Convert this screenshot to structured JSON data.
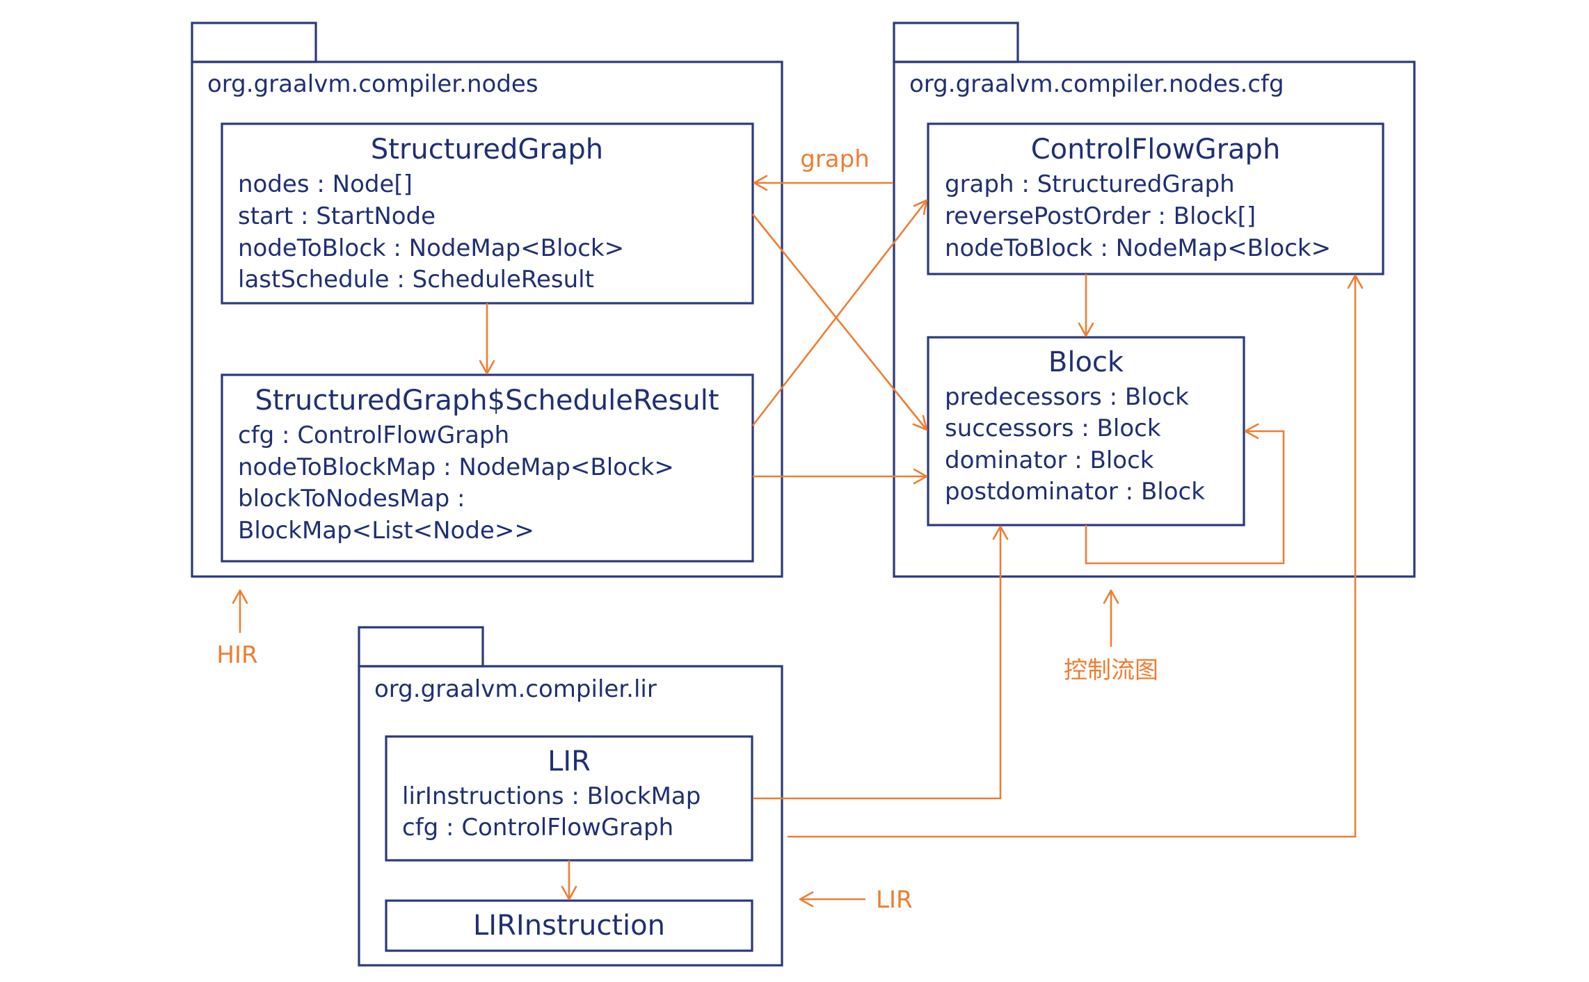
{
  "colors": {
    "outline": "#2b3a7a",
    "text": "#1f2f73",
    "accent": "#ee7d32"
  },
  "packages": {
    "nodes": {
      "name": "org.graalvm.compiler.nodes"
    },
    "cfg": {
      "name": "org.graalvm.compiler.nodes.cfg"
    },
    "lir": {
      "name": "org.graalvm.compiler.lir"
    }
  },
  "classes": {
    "structured_graph": {
      "name": "StructuredGraph",
      "attributes": [
        "nodes : Node[]",
        "start : StartNode",
        "nodeToBlock : NodeMap<Block>",
        "lastSchedule : ScheduleResult"
      ]
    },
    "schedule_result": {
      "name": "StructuredGraph$ScheduleResult",
      "attributes": [
        "cfg : ControlFlowGraph",
        "nodeToBlockMap : NodeMap<Block>",
        "blockToNodesMap :",
        "BlockMap<List<Node>>"
      ]
    },
    "control_flow_graph": {
      "name": "ControlFlowGraph",
      "attributes": [
        "graph : StructuredGraph",
        "reversePostOrder : Block[]",
        "nodeToBlock : NodeMap<Block>"
      ]
    },
    "block": {
      "name": "Block",
      "attributes": [
        "predecessors : Block",
        "successors : Block",
        "dominator : Block",
        "postdominator : Block"
      ]
    },
    "lir": {
      "name": "LIR",
      "attributes": [
        "lirInstructions : BlockMap",
        "cfg : ControlFlowGraph"
      ]
    },
    "lir_instruction": {
      "name": "LIRInstruction",
      "attributes": []
    }
  },
  "annotations": {
    "graph_edge": "graph",
    "hir": "HIR",
    "cfg_label": "控制流图",
    "lir_label": "LIR"
  }
}
